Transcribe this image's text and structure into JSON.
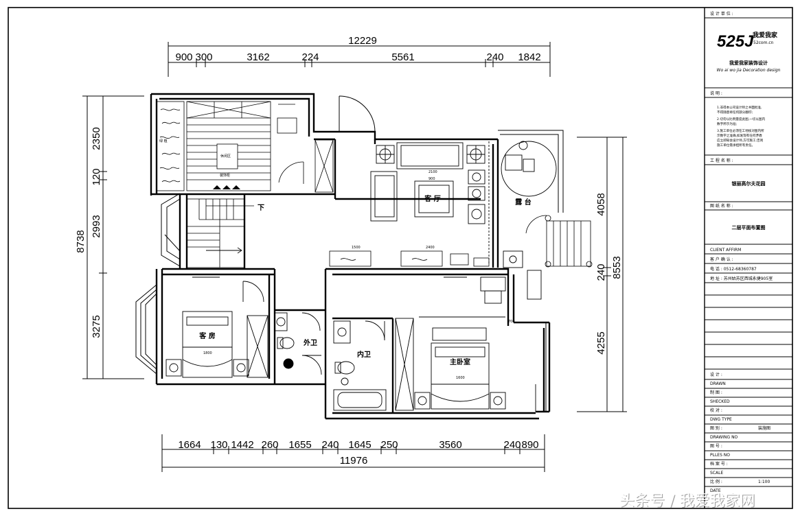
{
  "dimensions": {
    "top_total": "12229",
    "top_segments": [
      "900",
      "300",
      "3162",
      "224",
      "5561",
      "240",
      "1842"
    ],
    "bottom_total": "11976",
    "bottom_segments": [
      "1664",
      "130",
      "1442",
      "260",
      "1655",
      "240",
      "1645",
      "250",
      "3560",
      "240",
      "890"
    ],
    "left_total": "8738",
    "left_segments": [
      "2350",
      "120",
      "2993",
      "3275"
    ],
    "right_total": "8553",
    "right_segments": [
      "4058",
      "240",
      "4255"
    ]
  },
  "rooms": {
    "living_room": "客 厅",
    "balcony": "露 台",
    "guest_bedroom": "客 房",
    "outer_bath": "外卫",
    "inner_bath": "内卫",
    "master_bedroom": "主卧室",
    "stairs_down": "下"
  },
  "small_labels": {
    "study_note_1": "休闲区",
    "study_note_2": "装饰柜",
    "garden": "绿 植",
    "dim_1500": "1500",
    "dim_2400": "2400",
    "dim_2100": "2100",
    "dim_1600": "1600",
    "dim_1800": "1800",
    "dim_900": "900",
    "dim_700": "700"
  },
  "title_block": {
    "design_unit_label": "设 计 单 位 :",
    "logo_number": "525J",
    "logo_brand": "我爱我家",
    "logo_domain": "52com.cn",
    "company_cn": "我爱我家装饰设计",
    "company_en": "Wo ai wo jia  Decoration design",
    "notes_label": "说      明 :",
    "notes": [
      "1.非得本公司设计师之书面批准,",
      "  不得随意将任何部分翻印;",
      "2.切勿以比例量度此图,一切以图内",
      "  数字所示为准;",
      "3.施工单位必须在工地核对图内所",
      "  示数字之准确,如发现有任何矛盾",
      "  应立即知会设计师,方可施工;否则",
      "  施工单位需承担所有责任。"
    ],
    "project_label": "工 程 名 称 :",
    "project_name": "银丽高尔夫花园",
    "drawing_label": "图 纸 名 称 :",
    "drawing_name": "二层平面布置图",
    "client_en": "CLIENT  AFFIRM",
    "client_label": "客 户 确 认 :",
    "phone": "电 话 : 0512-68360787",
    "address": "地 址 : 苏州姑苏区西城永捷905室",
    "design_label": "设    计 :",
    "drawn_en": "DRAWN",
    "drawn_label": "制    图 :",
    "checked_en": "SHECKED",
    "checked_label": "校    对 :",
    "dwg_type_en": "DWG  TYPE",
    "dwg_type_label": "图    别 :",
    "dwg_type_value": "装施图",
    "drawing_no_en": "DRAWING  NO",
    "drawing_no_label": "图    号 :",
    "plles_no_en": "PLLES  NO",
    "plles_no_label": "档 案 号 :",
    "scale_en": "SCALE",
    "scale_label": "比    例 :",
    "scale_value": "1:100",
    "date_en": "DATE"
  },
  "watermark": "头条号 / 我爱我家网"
}
